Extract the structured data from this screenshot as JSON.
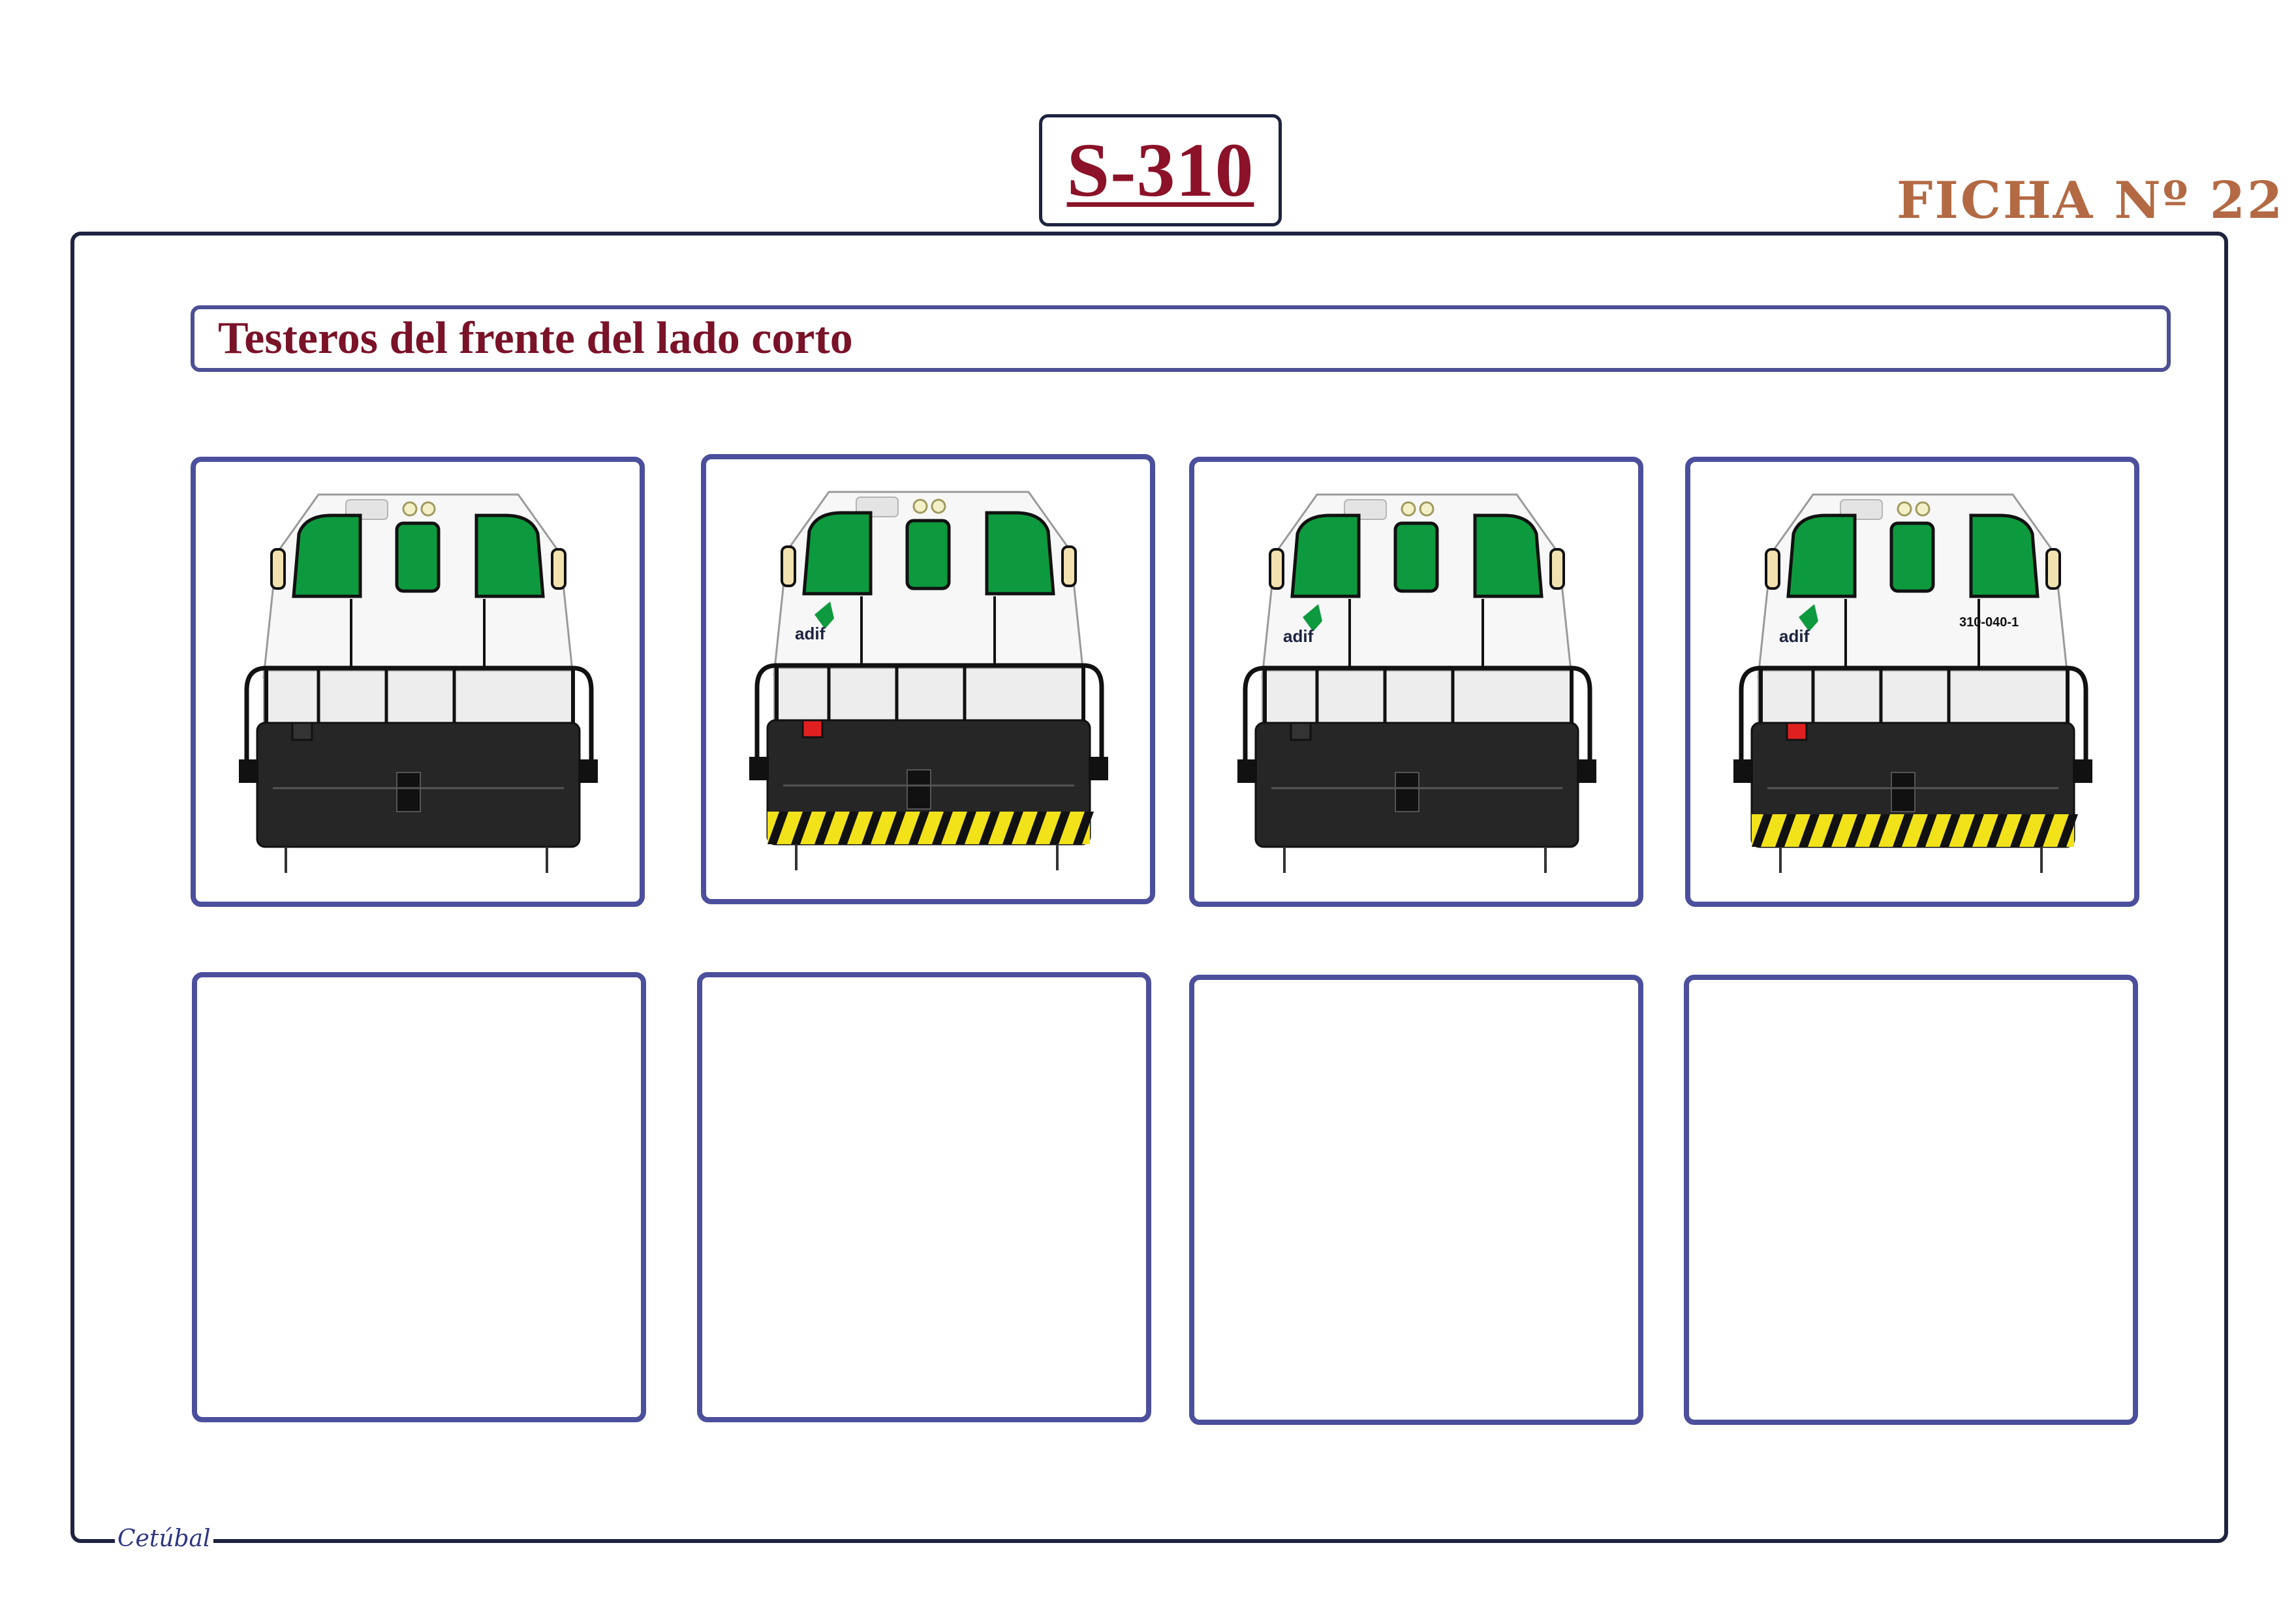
{
  "page": {
    "title": "S-310",
    "ficha": "FICHA Nº 22",
    "section_title": "Testeros del frente del lado corto",
    "signature": "Cetúbal"
  },
  "colors": {
    "title_red": "#8b1228",
    "ficha_brown": "#b36a44",
    "frame_navy": "#1d2340",
    "card_border": "#4b4f9c",
    "window_green": "#0d9a3e"
  },
  "cards_top": [
    {
      "livery": "plain",
      "logo": "",
      "number": ""
    },
    {
      "livery": "adif-hazard",
      "logo": "adif",
      "number": ""
    },
    {
      "livery": "adif-plain",
      "logo": "adif",
      "number": ""
    },
    {
      "livery": "adif-hazard-numbered",
      "logo": "adif",
      "number": "310-040-1"
    }
  ],
  "cards_bottom": [
    {
      "status": "empty"
    },
    {
      "status": "empty"
    },
    {
      "status": "empty"
    },
    {
      "status": "empty"
    }
  ]
}
